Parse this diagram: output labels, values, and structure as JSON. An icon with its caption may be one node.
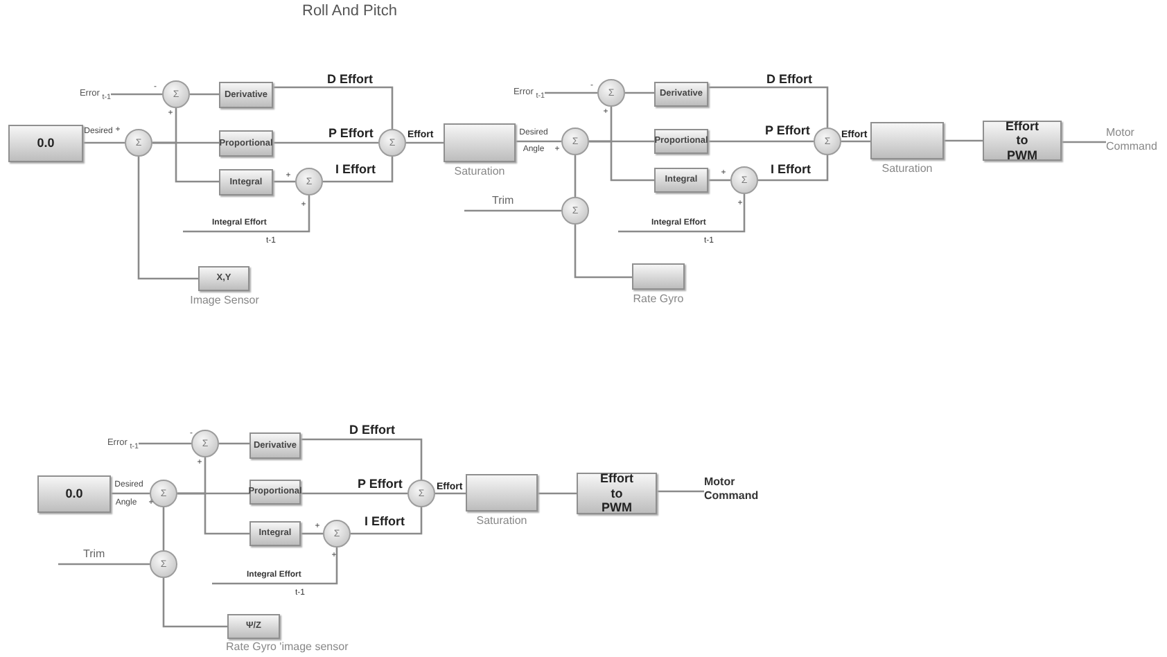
{
  "diagram": {
    "title": "Roll And Pitch",
    "nodes": [
      {
        "text": [
          "0.0"
        ]
      },
      {
        "text": [
          "Σ"
        ]
      },
      {
        "text": [
          "Error $_{t-1}$"
        ]
      },
      {
        "text": [
          "Σ"
        ]
      },
      {
        "text": [
          "Derivative"
        ]
      },
      {
        "text": [
          "Proportional"
        ]
      },
      {
        "text": [
          "Integral"
        ]
      },
      {
        "text": [
          "Σ"
        ]
      },
      {
        "text": [
          "Integral Effort",
          "t-1"
        ]
      },
      {
        "text": [
          "Σ"
        ]
      },
      {
        "text": [],
        "shape": "box",
        "beside": [
          "Saturation"
        ]
      },
      {
        "text": [
          "X,Y"
        ],
        "beside": [
          "Image Sensor"
        ]
      },
      {
        "text": [
          "Error $_{t-1}$"
        ]
      },
      {
        "text": [
          "Σ"
        ]
      },
      {
        "text": [
          "Σ"
        ]
      },
      {
        "text": [
          "Derivative"
        ]
      },
      {
        "text": [
          "Proportional"
        ]
      },
      {
        "text": [
          "Integral"
        ]
      },
      {
        "text": [
          "Σ"
        ]
      },
      {
        "text": [
          "Integral Effort",
          "t-1"
        ]
      },
      {
        "text": [
          "Σ"
        ]
      },
      {
        "text": [],
        "shape": "box",
        "beside": [
          "Saturation"
        ]
      },
      {
        "text": [
          "Effort to PWM"
        ]
      },
      {
        "text": [
          "Motor Command"
        ]
      },
      {
        "text": [
          "Trim"
        ]
      },
      {
        "text": [
          "Σ"
        ]
      },
      {
        "text": [],
        "shape": "box",
        "beside": [
          "Rate Gyro"
        ]
      },
      {
        "text": [
          "0.0"
        ]
      },
      {
        "text": [
          "Σ"
        ]
      },
      {
        "text": [
          "Error $_{t-1}$"
        ]
      },
      {
        "text": [
          "Σ"
        ]
      },
      {
        "text": [
          "Derivative"
        ]
      },
      {
        "text": [
          "Proportional"
        ]
      },
      {
        "text": [
          "Integral"
        ]
      },
      {
        "text": [
          "Σ"
        ]
      },
      {
        "text": [
          "Integral Effort",
          "t-1"
        ]
      },
      {
        "text": [
          "Σ"
        ]
      },
      {
        "text": [],
        "shape": "box",
        "beside": [
          "Saturation"
        ]
      },
      {
        "text": [
          "Effort to PWM"
        ]
      },
      {
        "text": [
          "Motor Command"
        ]
      },
      {
        "text": [
          "Trim"
        ]
      },
      {
        "text": [
          "Σ"
        ]
      },
      {
        "text": [
          "Ψ/Z"
        ],
        "beside": [
          "Rate Gyro 'image sensor"
        ]
      }
    ],
    "edges": [
      {
        "from": 0,
        "to": 1,
        "arrow": "none"
      },
      {
        "from": 2,
        "to": 3,
        "arrow": "none"
      },
      {
        "from": 1,
        "to": 3,
        "arrow": "none"
      },
      {
        "from": 1,
        "to": 5,
        "arrow": "none"
      },
      {
        "from": 1,
        "to": 6,
        "arrow": "none"
      },
      {
        "from": 3,
        "to": 4,
        "arrow": "none"
      },
      {
        "from": 4,
        "to": 9,
        "arrow": "none",
        "label": "D Effort"
      },
      {
        "from": 5,
        "to": 9,
        "arrow": "none",
        "label": "P Effort"
      },
      {
        "from": 6,
        "to": 7,
        "arrow": "none"
      },
      {
        "from": 8,
        "to": 7,
        "arrow": "none"
      },
      {
        "from": 7,
        "to": 9,
        "arrow": "none",
        "label": "I Effort"
      },
      {
        "from": 9,
        "to": 10,
        "arrow": "none",
        "label": "Effort"
      },
      {
        "from": 1,
        "to": 11,
        "arrow": "none"
      },
      {
        "from": 10,
        "to": 13,
        "arrow": "none"
      },
      {
        "from": 12,
        "to": 14,
        "arrow": "none"
      },
      {
        "from": 13,
        "to": 14,
        "arrow": "none"
      },
      {
        "from": 13,
        "to": 16,
        "arrow": "none"
      },
      {
        "from": 13,
        "to": 17,
        "arrow": "none"
      },
      {
        "from": 14,
        "to": 15,
        "arrow": "none"
      },
      {
        "from": 15,
        "to": 20,
        "arrow": "none",
        "label": "D Effort"
      },
      {
        "from": 16,
        "to": 20,
        "arrow": "none",
        "label": "P Effort"
      },
      {
        "from": 17,
        "to": 18,
        "arrow": "none"
      },
      {
        "from": 19,
        "to": 18,
        "arrow": "none"
      },
      {
        "from": 18,
        "to": 20,
        "arrow": "none",
        "label": "I Effort"
      },
      {
        "from": 20,
        "to": 21,
        "arrow": "none",
        "label": "Effort"
      },
      {
        "from": 21,
        "to": 22,
        "arrow": "none"
      },
      {
        "from": 22,
        "to": 23,
        "arrow": "none"
      },
      {
        "from": 24,
        "to": 25,
        "arrow": "none"
      },
      {
        "from": 13,
        "to": 25,
        "arrow": "none"
      },
      {
        "from": 25,
        "to": 26,
        "arrow": "none"
      },
      {
        "from": 27,
        "to": 28,
        "arrow": "none"
      },
      {
        "from": 29,
        "to": 30,
        "arrow": "none"
      },
      {
        "from": 28,
        "to": 30,
        "arrow": "none"
      },
      {
        "from": 28,
        "to": 32,
        "arrow": "none"
      },
      {
        "from": 28,
        "to": 33,
        "arrow": "none"
      },
      {
        "from": 30,
        "to": 31,
        "arrow": "none"
      },
      {
        "from": 31,
        "to": 36,
        "arrow": "none",
        "label": "D Effort"
      },
      {
        "from": 32,
        "to": 36,
        "arrow": "none",
        "label": "P Effort"
      },
      {
        "from": 33,
        "to": 34,
        "arrow": "none"
      },
      {
        "from": 35,
        "to": 34,
        "arrow": "none"
      },
      {
        "from": 34,
        "to": 36,
        "arrow": "none",
        "label": "I Effort"
      },
      {
        "from": 36,
        "to": 37,
        "arrow": "none",
        "label": "Effort"
      },
      {
        "from": 37,
        "to": 38,
        "arrow": "none"
      },
      {
        "from": 38,
        "to": 39,
        "arrow": "none"
      },
      {
        "from": 40,
        "to": 41,
        "arrow": "none"
      },
      {
        "from": 28,
        "to": 41,
        "arrow": "none"
      },
      {
        "from": 41,
        "to": 42,
        "arrow": "none"
      }
    ],
    "labels": [
      "Desired",
      "+",
      "-",
      "+",
      "+",
      "+",
      "Desired",
      "Angle",
      "+",
      "-",
      "+",
      "+",
      "+",
      "Desired",
      "Angle",
      "+",
      "-",
      "+",
      "+",
      "+"
    ]
  }
}
